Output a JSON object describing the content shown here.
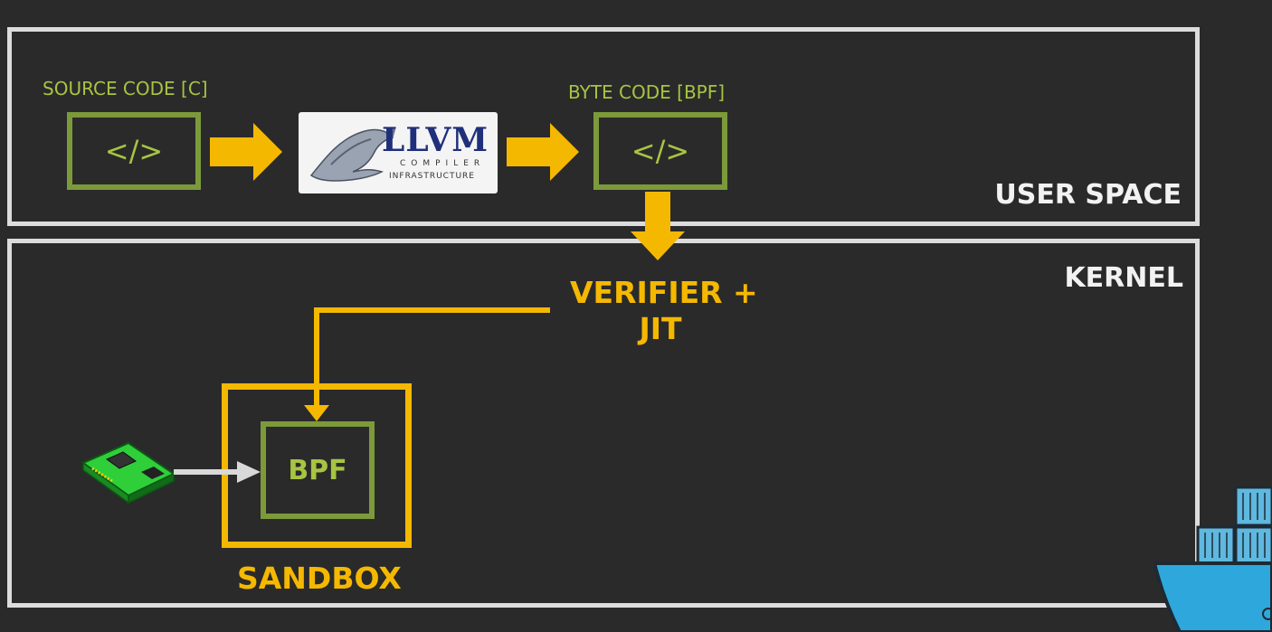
{
  "user_space": {
    "label": "USER SPACE",
    "source_label": "SOURCE CODE [C]",
    "source_glyph": "</>",
    "bytecode_label": "BYTE CODE [BPF]",
    "bytecode_glyph": "</>",
    "llvm": {
      "name": "LLVM",
      "line1": "COMPILER",
      "line2": "INFRASTRUCTURE"
    }
  },
  "kernel": {
    "label": "KERNEL",
    "verifier_line1": "VERIFIER +",
    "verifier_line2": "JIT",
    "bpf_label": "BPF",
    "sandbox_label": "SANDBOX",
    "nic_icon": "network-card-icon"
  },
  "colors": {
    "green": "#7c9a3a",
    "green_text": "#a7c442",
    "yellow": "#f5b800",
    "panel_border": "#dcdcdc",
    "background": "#2a2a2a"
  }
}
